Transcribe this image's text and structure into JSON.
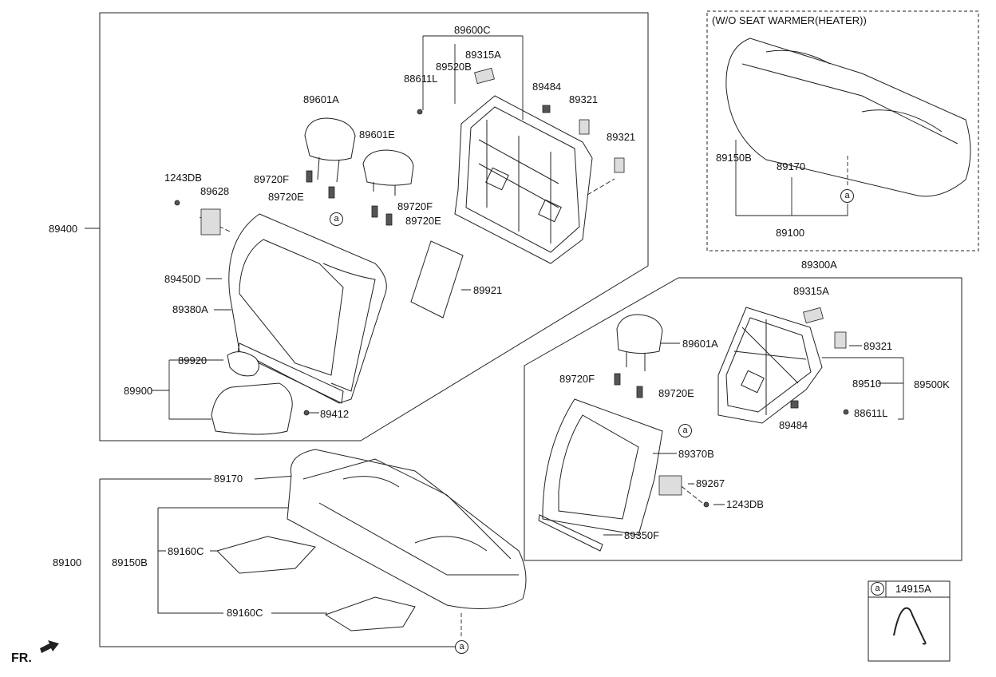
{
  "boxes": {
    "wo_seat_warmer_title": "(W/O SEAT WARMER(HEATER))",
    "legend_symbol": "a",
    "legend_part": "14915A"
  },
  "labels": {
    "p89600C": "89600C",
    "p89315A_top": "89315A",
    "p89520B": "89520B",
    "p88611L_top": "88611L",
    "p89484_top": "89484",
    "p89321_top1": "89321",
    "p89321_top2": "89321",
    "p89601A_top": "89601A",
    "p89601E": "89601E",
    "p1243DB_top": "1243DB",
    "p89628": "89628",
    "p89720F_a": "89720F",
    "p89720E_a": "89720E",
    "p89720F_b": "89720F",
    "p89720E_b": "89720E",
    "p89400": "89400",
    "p89450D": "89450D",
    "p89380A": "89380A",
    "p89921": "89921",
    "p89920": "89920",
    "p89900": "89900",
    "p89412": "89412",
    "p89150B_r": "89150B",
    "p89170_r": "89170",
    "p89100_r": "89100",
    "p89300A": "89300A",
    "p89315A_r": "89315A",
    "p89601A_r": "89601A",
    "p89321_r": "89321",
    "p89720F_r": "89720F",
    "p89720E_r": "89720E",
    "p89510": "89510",
    "p89500K": "89500K",
    "p89484_r": "89484",
    "p88611L_r": "88611L",
    "p89370B": "89370B",
    "p89267": "89267",
    "p1243DB_r": "1243DB",
    "p89350F": "89350F",
    "p89170_b": "89170",
    "p89100_b": "89100",
    "p89150B_b": "89150B",
    "p89160C_1": "89160C",
    "p89160C_2": "89160C",
    "circle_a": "a",
    "front_marker": "FR."
  },
  "colors": {
    "line": "#222222",
    "fill": "#ffffff",
    "shade": "#cfcfcf"
  }
}
